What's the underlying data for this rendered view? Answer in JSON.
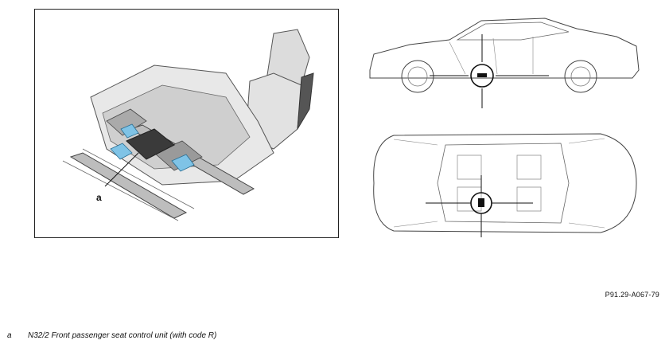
{
  "figure": {
    "callout_letter": "a",
    "reference_code": "P91.29-A067-79"
  },
  "legend": [
    {
      "key": "a",
      "text": "N32/2 Front passenger seat control unit (with code R)"
    }
  ],
  "colors": {
    "highlight": "#7fc3e6",
    "line": "#444444",
    "seat_shade": "#d6d6d6"
  }
}
